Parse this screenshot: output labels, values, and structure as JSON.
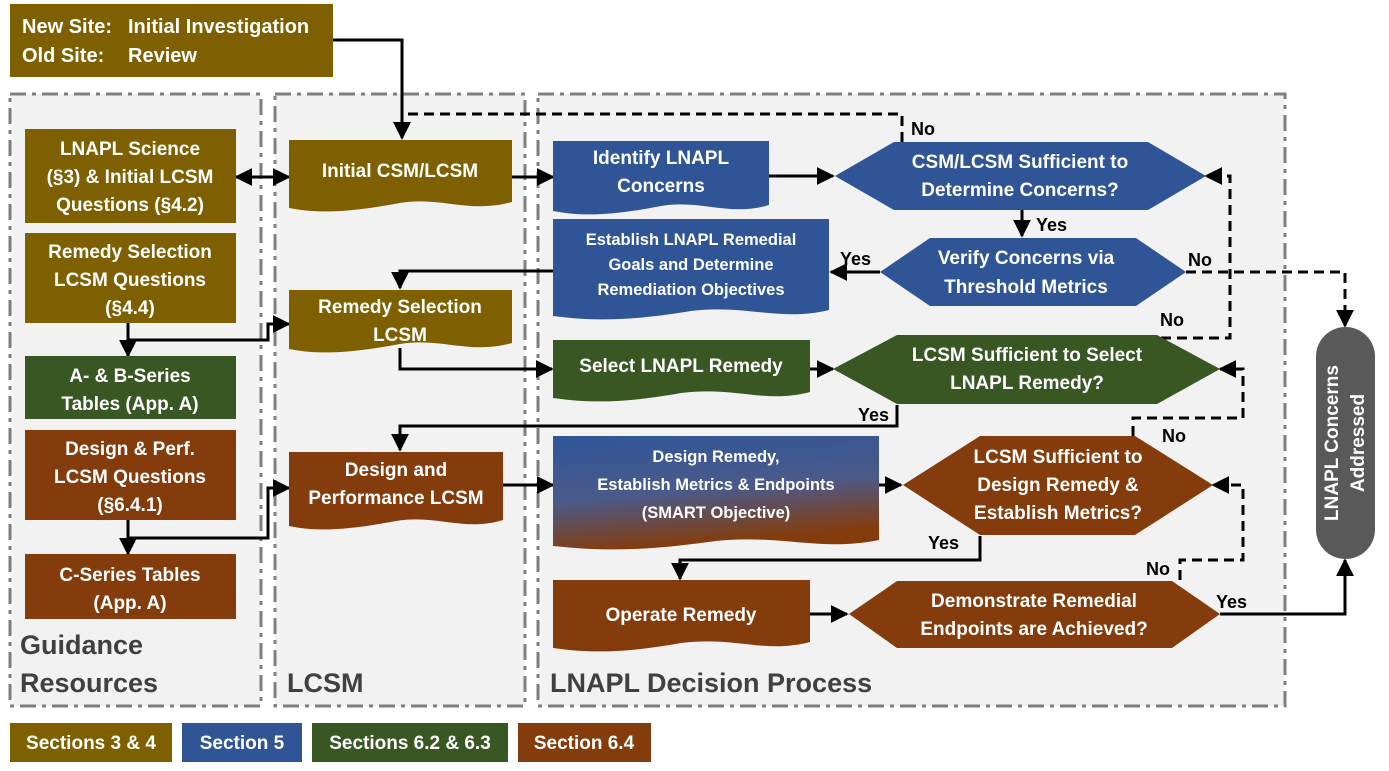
{
  "colors": {
    "olive": "#7f6000",
    "blue": "#2f5597",
    "green": "#385723",
    "orange": "#843c0c",
    "grey": "#595959"
  },
  "header": {
    "line1_key": "New Site:",
    "line1_val": "Initial Investigation",
    "line2_key": "Old Site:",
    "line2_val": "Review"
  },
  "panels": {
    "guidance_line1": "Guidance",
    "guidance_line2": "Resources",
    "lcsm": "LCSM",
    "decision": "LNAPL Decision Process"
  },
  "guidance": {
    "science": [
      "LNAPL Science",
      "(§3) & Initial LCSM",
      "Questions (§4.2)"
    ],
    "remedy": [
      "Remedy Selection",
      "LCSM Questions",
      "(§4.4)"
    ],
    "ab_tables": [
      "A- & B-Series",
      "Tables (App. A)"
    ],
    "design_q": [
      "Design & Perf.",
      "LCSM Questions",
      "(§6.4.1)"
    ],
    "c_tables": [
      "C-Series Tables",
      "(App. A)"
    ]
  },
  "lcsm": {
    "initial": "Initial CSM/LCSM",
    "remedy": [
      "Remedy Selection",
      "LCSM"
    ],
    "design": [
      "Design and",
      "Performance LCSM"
    ]
  },
  "process": {
    "identify": [
      "Identify LNAPL",
      "Concerns"
    ],
    "establish": [
      "Establish LNAPL Remedial",
      "Goals and Determine",
      "Remediation Objectives"
    ],
    "select": "Select LNAPL Remedy",
    "design": [
      "Design Remedy,",
      "Establish Metrics & Endpoints",
      "(SMART Objective)"
    ],
    "operate": "Operate Remedy"
  },
  "decisions": {
    "d1": [
      "CSM/LCSM Sufficient to",
      "Determine Concerns?"
    ],
    "d2": [
      "Verify Concerns via",
      "Threshold Metrics"
    ],
    "d3": [
      "LCSM Sufficient to Select",
      "LNAPL Remedy?"
    ],
    "d4": [
      "LCSM Sufficient to",
      "Design Remedy &",
      "Establish Metrics?"
    ],
    "d5": [
      "Demonstrate Remedial",
      "Endpoints are Achieved?"
    ]
  },
  "edge_labels": {
    "no_top": "No",
    "yes_d1": "Yes",
    "yes_d2": "Yes",
    "no_d2": "No",
    "no_d2b": "No",
    "yes_d3": "Yes",
    "no_d3": "No",
    "yes_d4": "Yes",
    "no_d4": "No",
    "yes_d5": "Yes"
  },
  "addressed": [
    "LNAPL Concerns",
    "Addressed"
  ],
  "legend": [
    "Sections 3 & 4",
    "Section 5",
    "Sections 6.2 & 6.3",
    "Section 6.4"
  ]
}
